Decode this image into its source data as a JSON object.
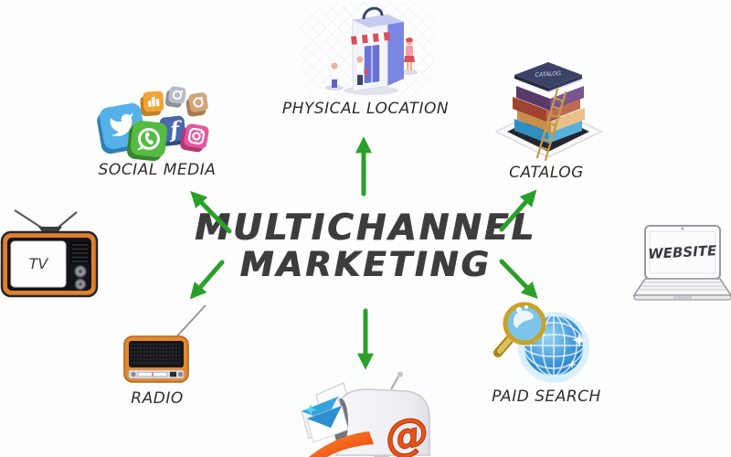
{
  "title": {
    "line1": "MULTICHANNEL",
    "line2": "MARKETING"
  },
  "channels": {
    "social_media": {
      "label": "SOCIAL MEDIA"
    },
    "physical_location": {
      "label": "PHYSICAL LOCATION"
    },
    "catalog": {
      "label": "CATALOG",
      "book_title": "CATALOG"
    },
    "website": {
      "label": "WEBSITE"
    },
    "tv": {
      "label": "TV"
    },
    "radio": {
      "label": "RADIO"
    },
    "paid_search": {
      "label": "PAID SEARCH"
    },
    "email": {
      "at_symbol": "@"
    }
  },
  "colors": {
    "arrow_green": "#2aa02a",
    "title_text": "#3d3d3d",
    "label_text": "#2e2e2e",
    "tv_frame_orange": "#e0802e",
    "radio_frame_orange": "#e2892f",
    "globe_blue": "#1f7cc9",
    "magnifier_gold": "#c9a227",
    "email_orange": "#e8521a",
    "twitter_blue": "#55b0e8",
    "whatsapp_green": "#55bb44",
    "facebook_blue": "#4a68ac",
    "instagram_pink": "#e8559e",
    "store_blue": "#7b85e2",
    "awning_red": "#d9505a"
  }
}
